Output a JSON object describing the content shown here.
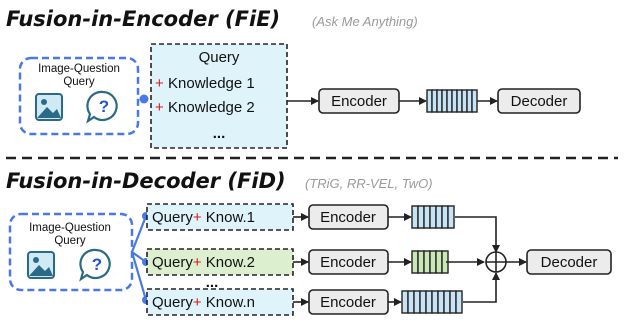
{
  "fie": {
    "title": "Fusion-in-Encoder (FiE)",
    "subtitle": "(Ask Me Anything)",
    "iq_label_line1": "Image-Question",
    "iq_label_line2": "Query",
    "query_label": "Query",
    "plus": "+",
    "knowledge1": "Knowledge 1",
    "knowledge2": "Knowledge 2",
    "ellipsis": "...",
    "encoder": "Encoder",
    "decoder": "Decoder"
  },
  "fid": {
    "title": "Fusion-in-Decoder (FiD)",
    "subtitle": "(TRiG, RR-VEL, TwO)",
    "iq_label_line1": "Image-Question",
    "iq_label_line2": "Query",
    "rows": [
      {
        "query": "Query",
        "plus": "+",
        "know": " Know.1",
        "encoder": "Encoder"
      },
      {
        "query": "Query",
        "plus": "+",
        "know": " Know.2",
        "encoder": "Encoder"
      },
      {
        "query": "Query",
        "plus": "+",
        "know": " Know.n",
        "encoder": "Encoder"
      }
    ],
    "ellipsis": "...",
    "sum_symbol": "+",
    "decoder": "Decoder"
  },
  "icons": {
    "image": "image-icon",
    "question": "question-bubble-icon"
  },
  "colors": {
    "iq_border": "#4a78e6",
    "query_box_fill": "#dff3fb",
    "knowledge_green_fill": "#dcefcf",
    "feature_blue": "#c6e4f6",
    "feature_green": "#c9e8b5",
    "red_plus": "#e01818"
  }
}
